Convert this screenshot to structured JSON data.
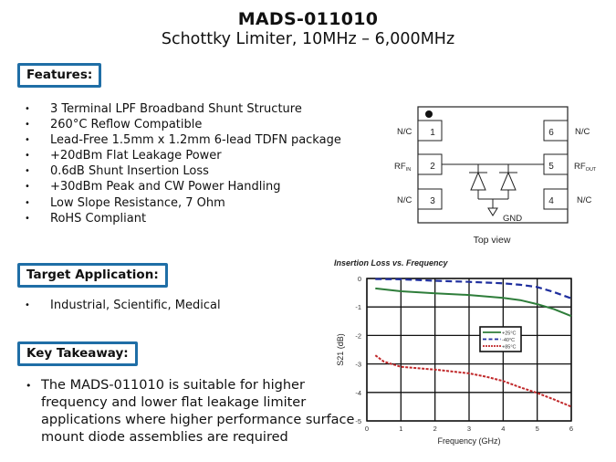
{
  "header": {
    "title": "MADS-011010",
    "subtitle": "Schottky Limiter, 10MHz – 6,000MHz"
  },
  "features": {
    "heading": "Features:",
    "items": [
      "3 Terminal LPF Broadband Shunt Structure",
      "260°C Reflow Compatible",
      "Lead-Free 1.5mm x 1.2mm 6-lead TDFN package",
      "+20dBm Flat Leakage Power",
      "0.6dB Shunt Insertion Loss",
      "+30dBm Peak and CW Power Handling",
      "Low Slope Resistance, 7 Ohm",
      "RoHS Compliant"
    ]
  },
  "target_application": {
    "heading": "Target Application:",
    "items": [
      "Industrial, Scientific, Medical"
    ]
  },
  "key_takeaway": {
    "heading": "Key Takeaway:",
    "text": "The MADS-011010 is suitable for higher frequency and lower flat leakage limiter applications where higher performance surface mount diode assemblies are required"
  },
  "pinout": {
    "caption": "Top view",
    "pins": [
      {
        "number": "1",
        "label": "N/C"
      },
      {
        "number": "2",
        "label": "RF",
        "sub": "IN"
      },
      {
        "number": "3",
        "label": "N/C"
      },
      {
        "number": "4",
        "label": "N/C"
      },
      {
        "number": "5",
        "label": "RF",
        "sub": "OUT"
      },
      {
        "number": "6",
        "label": "N/C"
      }
    ],
    "ground_label": "GND"
  },
  "chart_data": {
    "type": "line",
    "title": "Insertion Loss vs. Frequency",
    "xlabel": "Frequency (GHz)",
    "ylabel": "S21 (dB)",
    "xlim": [
      0,
      6
    ],
    "ylim": [
      -5,
      0
    ],
    "xticks": [
      "0",
      "1",
      "2",
      "3",
      "4",
      "5",
      "6"
    ],
    "yticks": [
      "0",
      "-1",
      "-2",
      "-3",
      "-4",
      "-5"
    ],
    "grid": true,
    "legend_position": "center-right",
    "series": [
      {
        "name": "+25°C",
        "color": "#2e7d3a",
        "style": "solid",
        "x": [
          0.25,
          1,
          2,
          3,
          4,
          4.5,
          5,
          5.5,
          6
        ],
        "y": [
          -0.35,
          -0.45,
          -0.52,
          -0.58,
          -0.68,
          -0.76,
          -0.9,
          -1.08,
          -1.32
        ]
      },
      {
        "name": "-40°C",
        "color": "#1f2f9e",
        "style": "dashed",
        "x": [
          0.25,
          1,
          2,
          3,
          4,
          4.5,
          5,
          5.5,
          6
        ],
        "y": [
          -0.02,
          -0.03,
          -0.08,
          -0.12,
          -0.17,
          -0.22,
          -0.3,
          -0.48,
          -0.7
        ]
      },
      {
        "name": "+85°C",
        "color": "#c0282a",
        "style": "dotted",
        "x": [
          0.25,
          0.5,
          1,
          2,
          3,
          3.5,
          4,
          4.5,
          5,
          5.5,
          6
        ],
        "y": [
          -2.7,
          -2.92,
          -3.1,
          -3.2,
          -3.33,
          -3.45,
          -3.6,
          -3.82,
          -4.02,
          -4.25,
          -4.5
        ]
      }
    ]
  }
}
